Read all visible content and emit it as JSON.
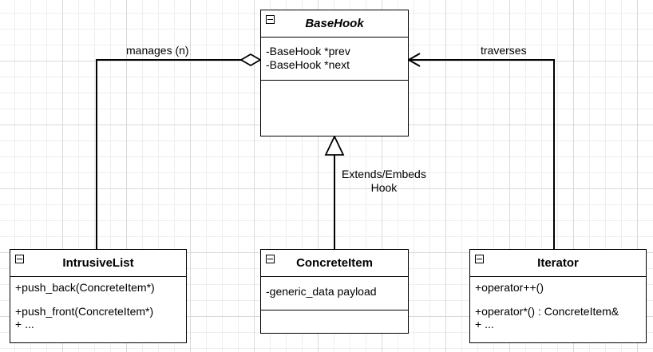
{
  "classes": {
    "basehook": {
      "name": "BaseHook",
      "attributes": [
        "-BaseHook *prev",
        "-BaseHook *next"
      ],
      "methods": []
    },
    "intrusivelist": {
      "name": "IntrusiveList",
      "methods": [
        "+push_back(ConcreteItem*)",
        "",
        "+push_front(ConcreteItem*)",
        "+ ..."
      ]
    },
    "concreteitem": {
      "name": "ConcreteItem",
      "attributes": [
        "-generic_data payload"
      ],
      "methods": []
    },
    "iterator": {
      "name": "Iterator",
      "methods": [
        "+operator++()",
        "",
        "+operator*() : ConcreteItem&",
        "+ ..."
      ]
    }
  },
  "relations": {
    "manages": {
      "label": "manages (n)",
      "kind": "aggregation"
    },
    "extends": {
      "label_line1": "Extends/Embeds",
      "label_line2": "Hook",
      "kind": "generalization"
    },
    "traverses": {
      "label": "traverses",
      "kind": "association"
    }
  }
}
